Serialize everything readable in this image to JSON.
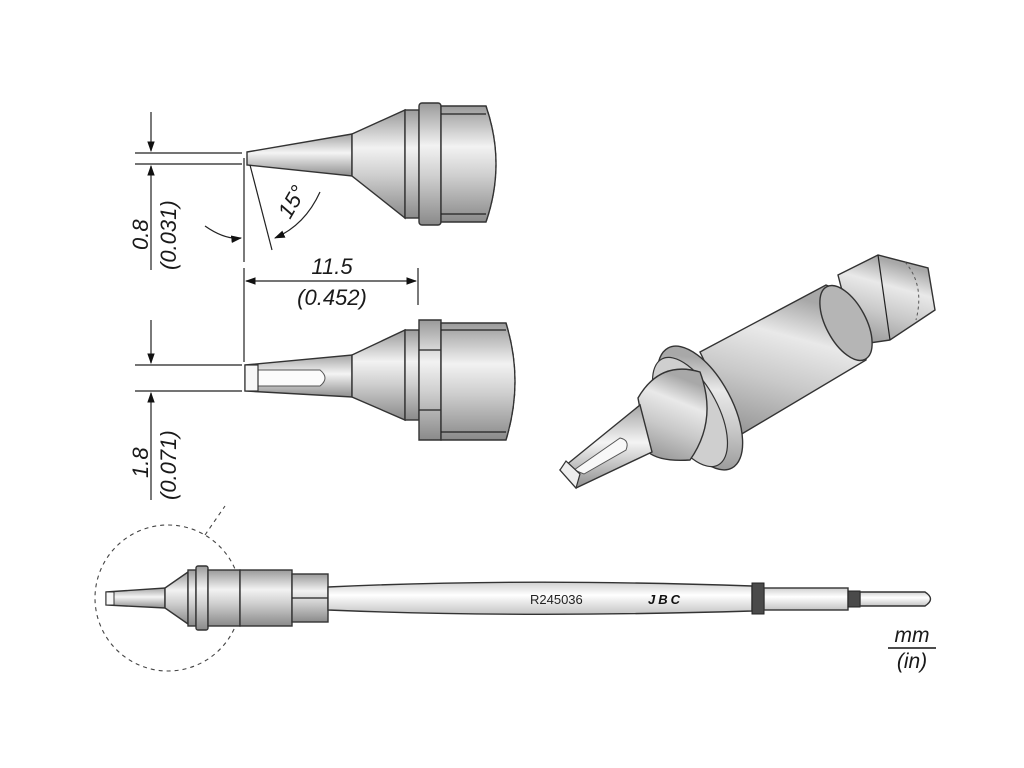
{
  "dimensions": {
    "thickness_side": {
      "mm": "0.8",
      "in": "(0.031)"
    },
    "angle": "15°",
    "length": {
      "mm": "11.5",
      "in": "(0.452)"
    },
    "width_front": {
      "mm": "1.8",
      "in": "(0.071)"
    }
  },
  "cartridge": {
    "reference": "R245036",
    "brand": "JBC"
  },
  "units": {
    "metric": "mm",
    "imperial": "(in)"
  },
  "colors": {
    "metal_light": "#e6e6e6",
    "metal_mid": "#b8b8b8",
    "metal_dark": "#7a7a7a",
    "outline": "#333333",
    "band": "#4a4a4a"
  }
}
